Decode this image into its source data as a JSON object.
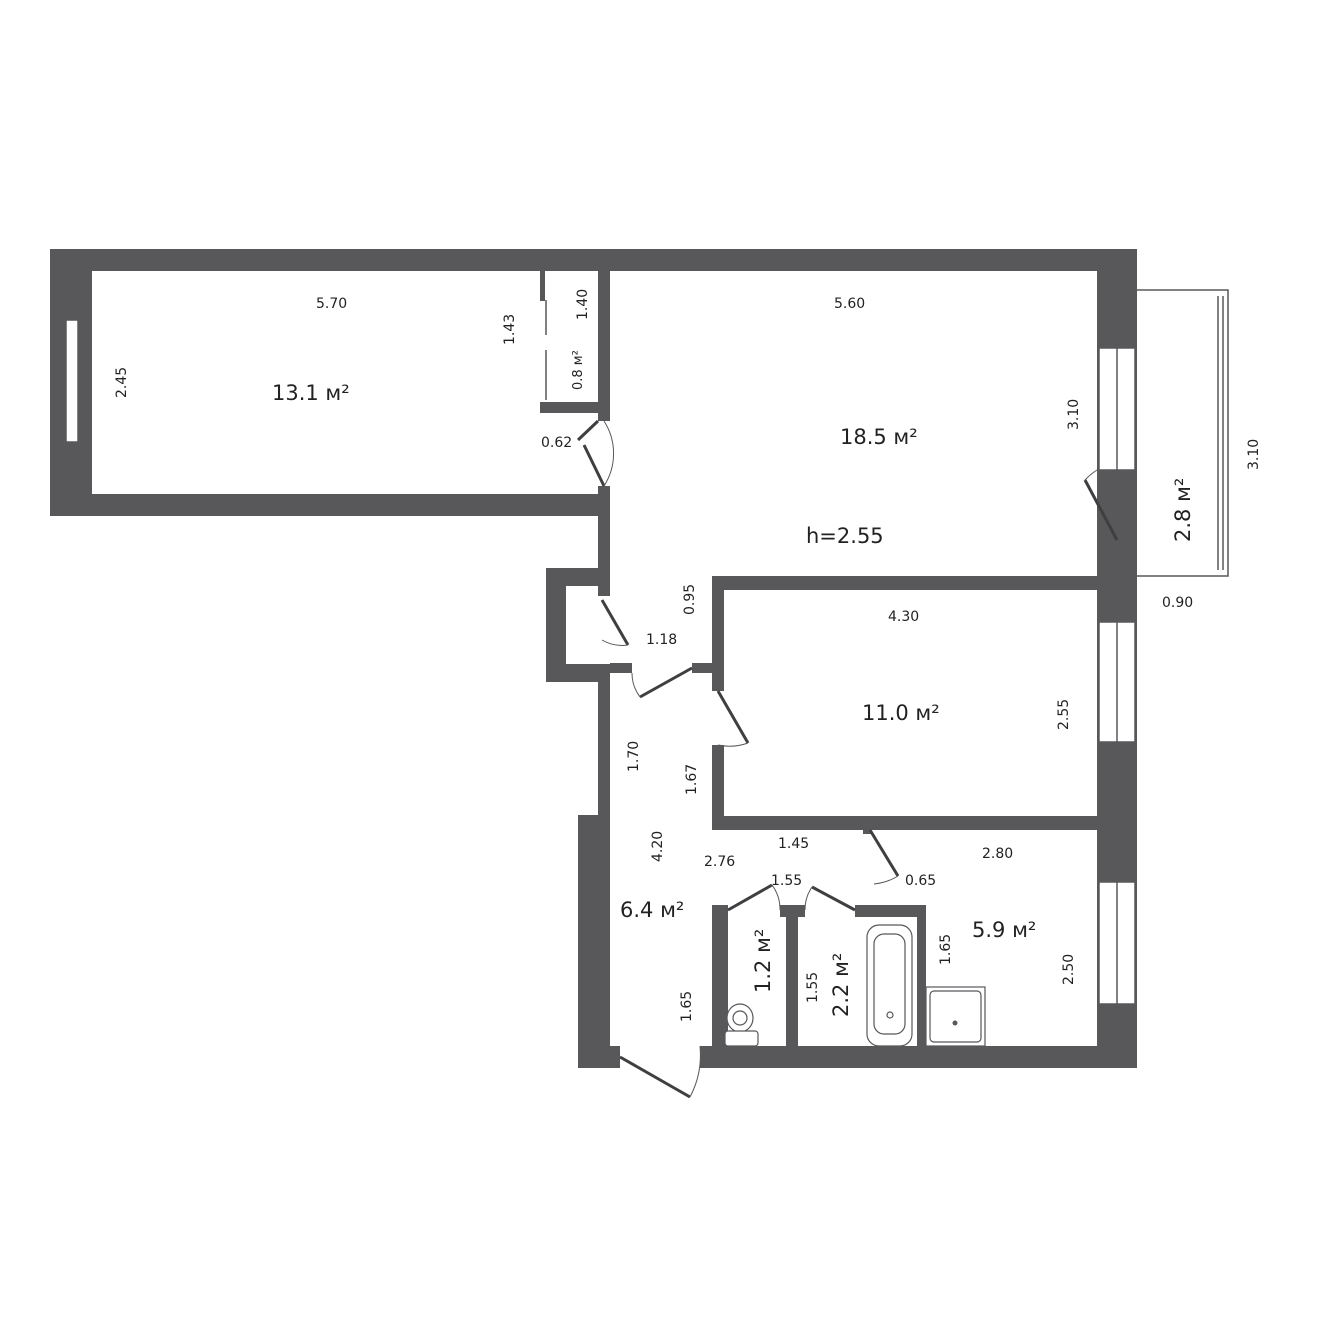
{
  "plan": {
    "ceiling_height": "h=2.55",
    "colors": {
      "wall": "#58585a",
      "background": "#ffffff"
    },
    "rooms": [
      {
        "id": "room-13",
        "area": "13.1 м²",
        "dims": [
          "5.70",
          "2.45"
        ]
      },
      {
        "id": "closet",
        "area": "0.8 м²",
        "dims": [
          "1.43",
          "1.40",
          "0.62"
        ]
      },
      {
        "id": "living-room",
        "area": "18.5 м²",
        "dims": [
          "5.60",
          "3.10"
        ]
      },
      {
        "id": "balcony",
        "area": "2.8 м²",
        "dims": [
          "3.10",
          "0.90"
        ]
      },
      {
        "id": "bedroom",
        "area": "11.0 м²",
        "dims": [
          "4.30",
          "2.55",
          "1.67"
        ]
      },
      {
        "id": "hallway",
        "area": "6.4 м²",
        "dims": [
          "0.95",
          "1.18",
          "1.70",
          "4.20",
          "2.76",
          "1.65",
          "1.45"
        ]
      },
      {
        "id": "toilet",
        "area": "1.2 м²",
        "dims": [
          "1.55"
        ]
      },
      {
        "id": "bathroom",
        "area": "2.2 м²",
        "dims": [
          "1.55"
        ]
      },
      {
        "id": "kitchen",
        "area": "5.9 м²",
        "dims": [
          "2.80",
          "0.65",
          "1.65",
          "2.50"
        ]
      }
    ]
  }
}
